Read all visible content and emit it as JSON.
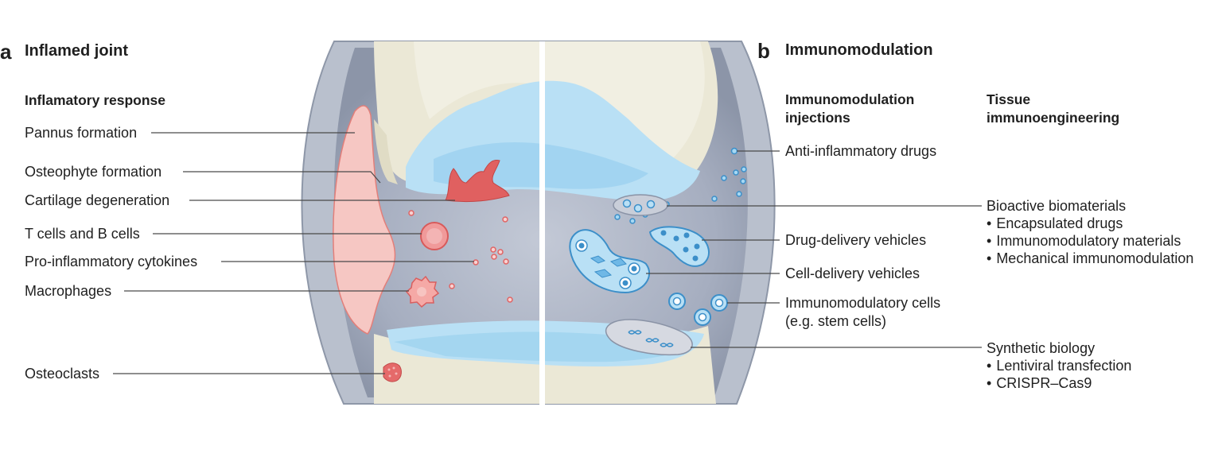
{
  "panel_a": {
    "letter": "a",
    "title": "Inflamed joint",
    "section_heading": "Inflamatory response",
    "labels": [
      "Pannus formation",
      "Osteophyte formation",
      "Cartilage degeneration",
      "T cells and B cells",
      "Pro-inflammatory cytokines",
      "Macrophages",
      "Osteoclasts"
    ]
  },
  "panel_b": {
    "letter": "b",
    "title": "Immunomodulation",
    "column_1_heading": [
      "Immunomodulation",
      "injections"
    ],
    "column_2_heading": [
      "Tissue",
      "immunoengineering"
    ],
    "injection_labels": [
      "Anti-inflammatory drugs",
      "Drug-delivery vehicles",
      "Cell-delivery vehicles",
      [
        "Immunomodulatory cells",
        "(e.g. stem cells)"
      ]
    ],
    "engineering_groups": [
      {
        "title": "Bioactive biomaterials",
        "items": [
          "Encapsulated drugs",
          "Immunomodulatory materials",
          "Mechanical immunomodulation"
        ]
      },
      {
        "title": "Synthetic biology",
        "items": [
          "Lentiviral transfection",
          "CRISPR–Cas9"
        ]
      }
    ]
  },
  "colors": {
    "capsule": "#b9c0cd",
    "capsule_edge": "#8e97a8",
    "synovial": "#a9b1c2",
    "bone": "#ebe8d6",
    "bone_shadow": "#dcd8c0",
    "cartilage_blue": "#b9e0f5",
    "pannus": "#f6c7c3",
    "inflammation_red": "#e05a5a",
    "leader_line": "#4a4a4a"
  },
  "icons": [
    "t-cell-icon",
    "macrophage-icon",
    "osteoclast-icon",
    "cytokine-icon",
    "drug-particle-icon",
    "delivery-vehicle-icon",
    "stem-cell-icon",
    "dna-icon"
  ]
}
